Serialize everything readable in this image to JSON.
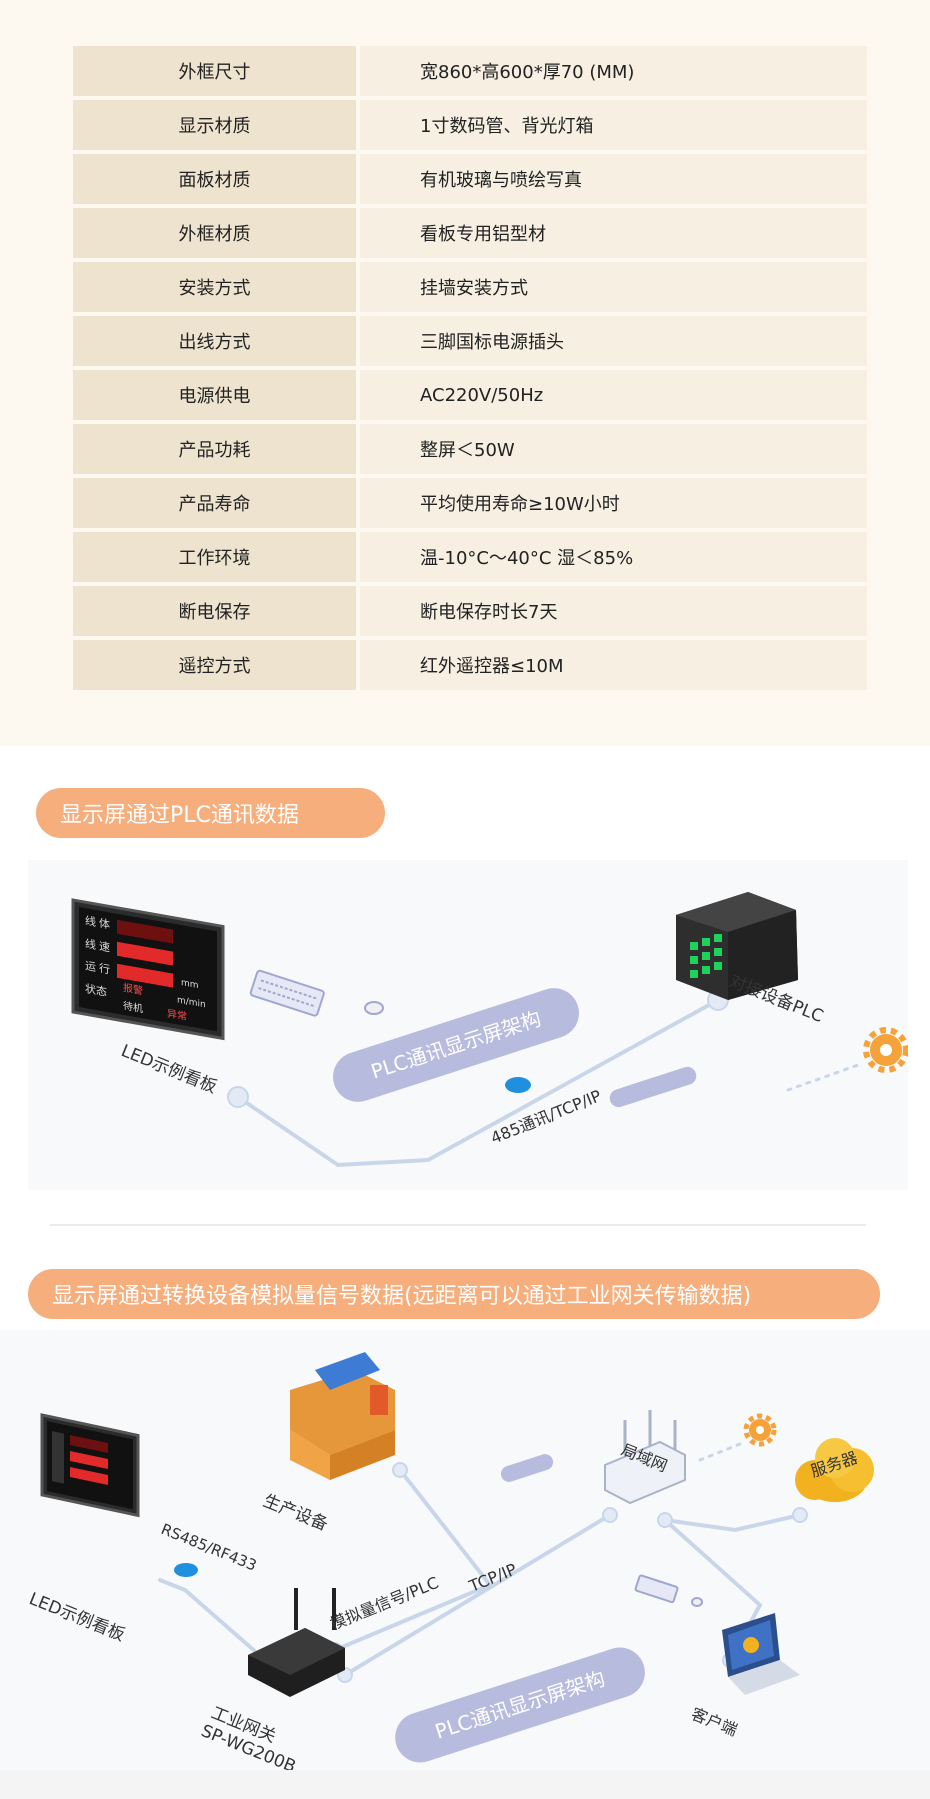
{
  "specs": [
    {
      "label": "外框尺寸",
      "value": "宽860*高600*厚70 (MM)"
    },
    {
      "label": "显示材质",
      "value": "1寸数码管、背光灯箱"
    },
    {
      "label": "面板材质",
      "value": "有机玻璃与喷绘写真"
    },
    {
      "label": "外框材质",
      "value": "看板专用铝型材"
    },
    {
      "label": "安装方式",
      "value": "挂墙安装方式"
    },
    {
      "label": "出线方式",
      "value": "三脚国标电源插头"
    },
    {
      "label": "电源供电",
      "value": "AC220V/50Hz"
    },
    {
      "label": "产品功耗",
      "value": "整屏＜50W"
    },
    {
      "label": "产品寿命",
      "value": "平均使用寿命≥10W小时"
    },
    {
      "label": "工作环境",
      "value": "温-10°C～40°C   湿＜85%"
    },
    {
      "label": "断电保存",
      "value": "断电保存时长7天"
    },
    {
      "label": "遥控方式",
      "value": "红外遥控器≤10M"
    }
  ],
  "section1": {
    "banner": "显示屏通过PLC通讯数据",
    "center_label": "PLC通讯显示屏架构",
    "led_label": "LED示例看板",
    "plc_label": "对接设备PLC",
    "link_label": "485通讯/TCP/IP",
    "led_rows": [
      {
        "a": "线",
        "b": "体"
      },
      {
        "a": "线",
        "b": "速"
      },
      {
        "a": "运",
        "b": "行"
      },
      {
        "a": "状态",
        "b": ""
      }
    ],
    "led_unit1": "mm",
    "led_unit2": "m/min",
    "led_status": [
      "待机",
      "报警",
      "运行",
      "异常"
    ]
  },
  "section2": {
    "banner": "显示屏通过转换设备模拟量信号数据(远距离可以通过工业网关传输数据)",
    "center_label": "PLC通讯显示屏架构",
    "led_label": "LED示例看板",
    "equipment_label": "生产设备",
    "lan_label": "局域网",
    "server_label": "服务器",
    "client_label": "客户端",
    "gateway_label": "工业网关",
    "gateway_model": "SP-WG200B",
    "rs_label": "RS485/RF433",
    "analog_label": "模拟量信号/PLC",
    "tcp_label": "TCP/IP"
  },
  "colors": {
    "banner": "#f6ae7d",
    "label_col": "#eee3cf",
    "value_col": "#f6efe2",
    "line": "#c9d6ea",
    "pill": "#b7bcdf",
    "gear": "#f5a23a"
  }
}
